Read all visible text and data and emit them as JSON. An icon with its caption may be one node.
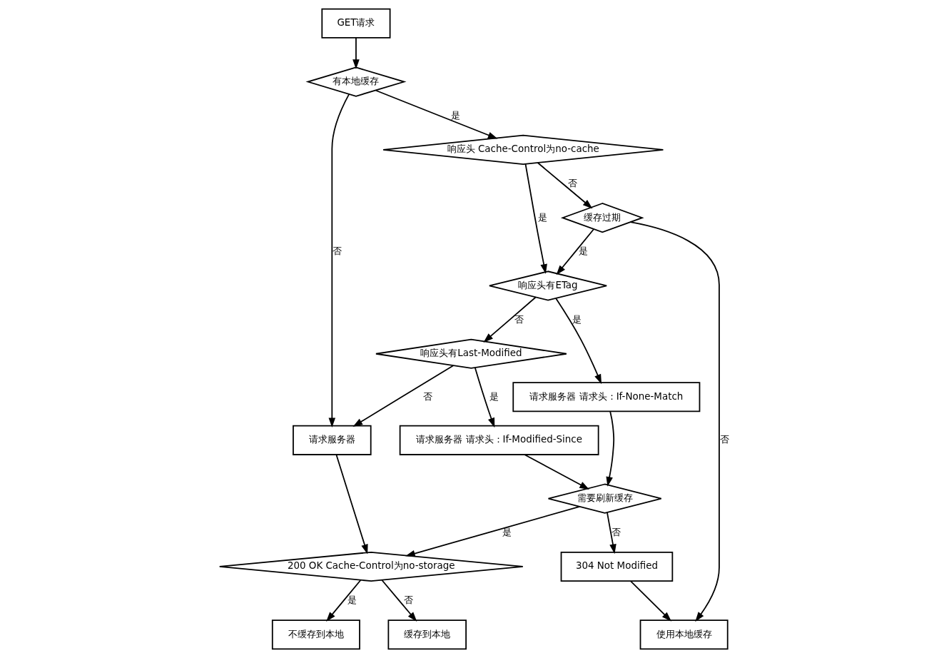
{
  "diagram": {
    "nodes": [
      {
        "text": [
          "GET请求"
        ]
      },
      {
        "text": [
          "有本地缓存"
        ]
      },
      {
        "text": [
          "请求服务器"
        ]
      },
      {
        "text": [
          "200 OK Cache-Control为no-storage"
        ]
      },
      {
        "text": [
          "不缓存到本地"
        ]
      },
      {
        "text": [
          "缓存到本地"
        ]
      },
      {
        "text": [
          "响应头 Cache-Control为no-cache"
        ]
      },
      {
        "text": [
          "响应头有Last-Modified"
        ]
      },
      {
        "text": [
          "请求服务器 请求头：If-Modified-Since"
        ]
      },
      {
        "text": [
          "需要刷新缓存"
        ]
      },
      {
        "text": [
          "响应头有ETag"
        ]
      },
      {
        "text": [
          "请求服务器 请求头：If-None-Match"
        ]
      },
      {
        "text": [
          "缓存过期"
        ]
      },
      {
        "text": [
          "304 Not Modified"
        ]
      },
      {
        "text": [
          "使用本地缓存"
        ]
      }
    ],
    "edges": [
      {
        "from": 0,
        "to": 1,
        "arrow": "to"
      },
      {
        "from": 1,
        "to": 2,
        "arrow": "to",
        "label": "否"
      },
      {
        "from": 1,
        "to": 6,
        "arrow": "to",
        "label": "是"
      },
      {
        "from": 2,
        "to": 3,
        "arrow": "to"
      },
      {
        "from": 3,
        "to": 4,
        "arrow": "to",
        "label": "是"
      },
      {
        "from": 3,
        "to": 5,
        "arrow": "to",
        "label": "否"
      },
      {
        "from": 6,
        "to": 10,
        "arrow": "to",
        "label": "是"
      },
      {
        "from": 6,
        "to": 12,
        "arrow": "to",
        "label": "否"
      },
      {
        "from": 12,
        "to": 10,
        "arrow": "to",
        "label": "是"
      },
      {
        "from": 12,
        "to": 14,
        "arrow": "to",
        "label": "否"
      },
      {
        "from": 10,
        "to": 7,
        "arrow": "to",
        "label": "否"
      },
      {
        "from": 10,
        "to": 11,
        "arrow": "to",
        "label": "是"
      },
      {
        "from": 7,
        "to": 2,
        "arrow": "to",
        "label": "否"
      },
      {
        "from": 7,
        "to": 8,
        "arrow": "to",
        "label": "是"
      },
      {
        "from": 8,
        "to": 9,
        "arrow": "to"
      },
      {
        "from": 11,
        "to": 9,
        "arrow": "to"
      },
      {
        "from": 9,
        "to": 3,
        "arrow": "to",
        "label": "是"
      },
      {
        "from": 9,
        "to": 13,
        "arrow": "to",
        "label": "否"
      },
      {
        "from": 13,
        "to": 14,
        "arrow": "to"
      }
    ]
  }
}
